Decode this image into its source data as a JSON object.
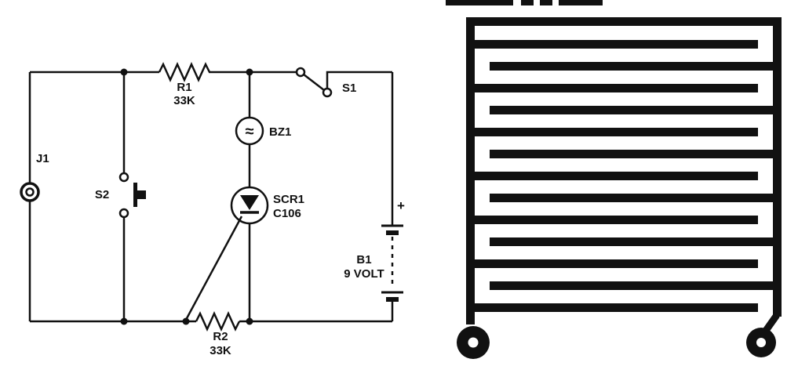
{
  "page": {
    "background": "#ffffff",
    "ink": "#111111"
  },
  "schematic": {
    "j1": {
      "label": "J1"
    },
    "s2": {
      "label": "S2"
    },
    "r1": {
      "label": "R1",
      "value": "33K"
    },
    "bz1": {
      "label": "BZ1",
      "symbol": "≈"
    },
    "scr1": {
      "label": "SCR1",
      "part": "C106"
    },
    "s1": {
      "label": "S1"
    },
    "b1": {
      "label": "B1",
      "value": "9 VOLT",
      "polarity": "+"
    },
    "r2": {
      "label": "R2",
      "value": "33K"
    }
  }
}
